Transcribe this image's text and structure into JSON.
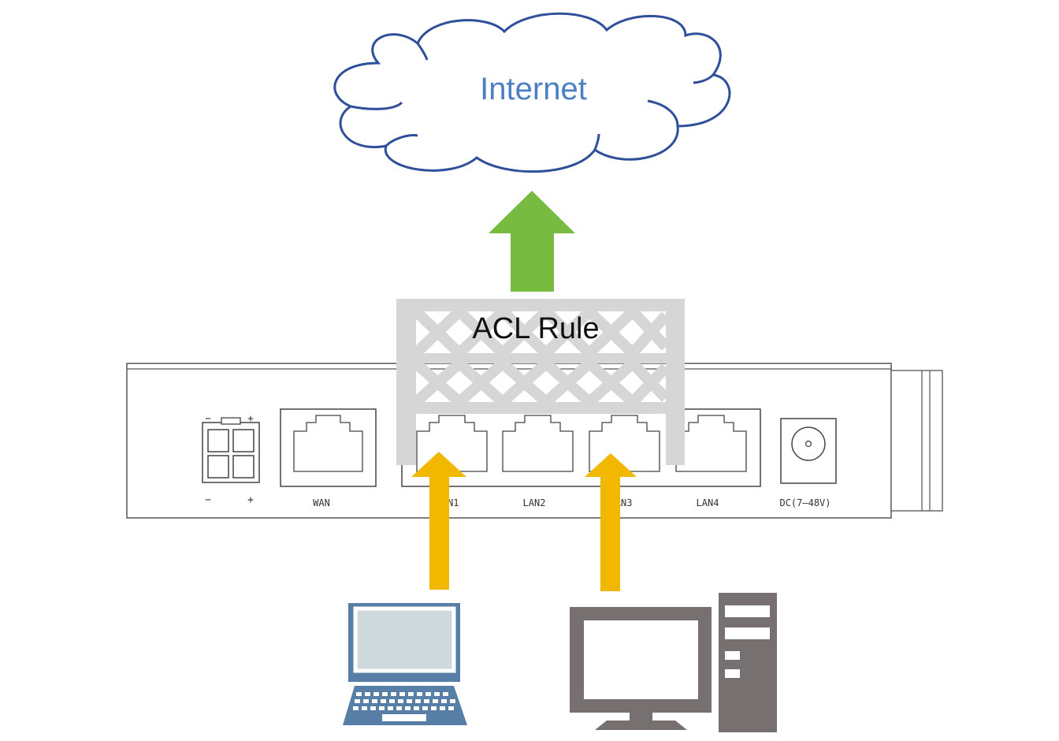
{
  "diagram": {
    "cloud": {
      "label": "Internet"
    },
    "filter": {
      "label": "ACL Rule"
    },
    "router": {
      "ports": [
        "WAN",
        "LAN1",
        "LAN2",
        "LAN3",
        "LAN4"
      ],
      "power_label": "DC(7–48V)",
      "polarity": {
        "minus": "−",
        "plus": "+"
      }
    },
    "colors": {
      "cloud_stroke": "#2e4f9a",
      "cloud_text": "#4a7fc6",
      "allow_arrow": "#77bc41",
      "client_arrow": "#f2b800",
      "filter": "#d6d6d6",
      "laptop": "#577ea6",
      "desktop": "#767170"
    },
    "icons": [
      "cloud-icon",
      "router-icon",
      "laptop-icon",
      "desktop-computer-icon"
    ]
  }
}
